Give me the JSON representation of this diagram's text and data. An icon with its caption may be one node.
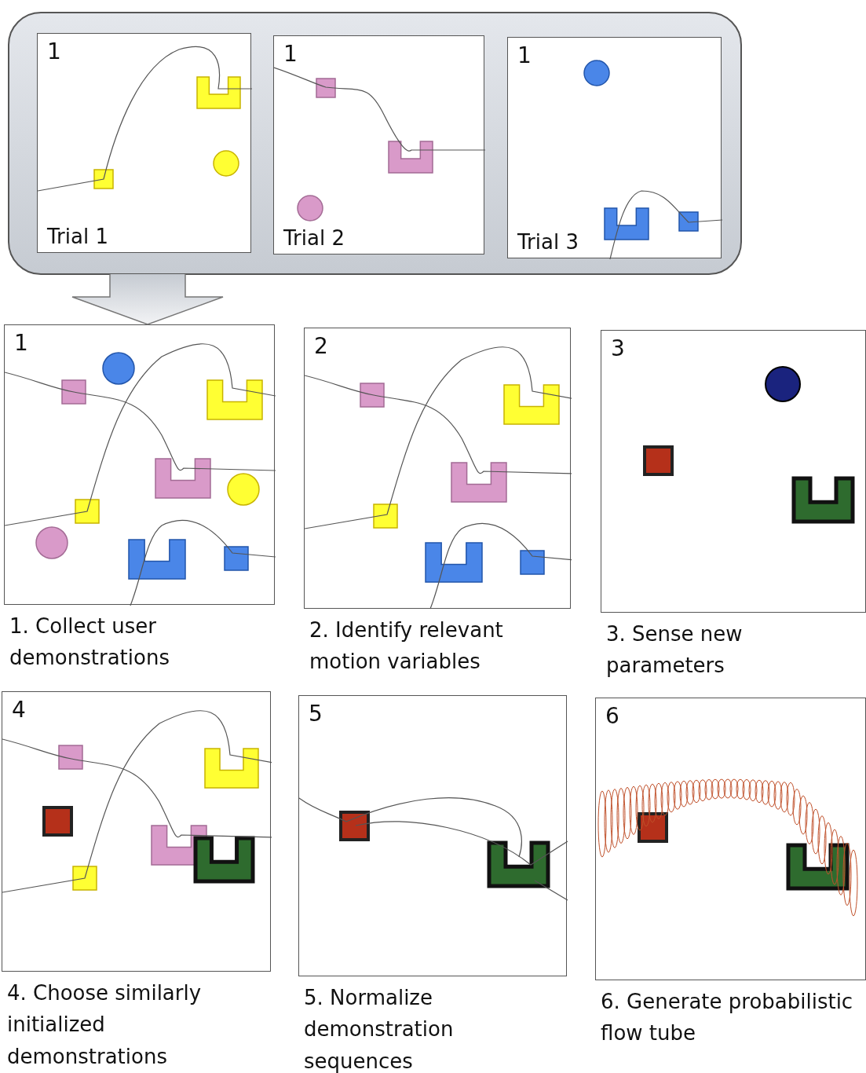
{
  "diagram": {
    "nodes": [
      {
        "text": [],
        "shape": "box"
      },
      {
        "text": [
          "1",
          "Trial 1"
        ],
        "in": 0
      },
      {
        "text": [
          "1",
          "Trial 2"
        ],
        "in": 0
      },
      {
        "text": [
          "1",
          "Trial 3"
        ],
        "in": 0
      },
      {
        "text": [
          "1"
        ],
        "beside": [
          "1. Collect user demonstrations"
        ]
      },
      {
        "text": [
          "2"
        ],
        "beside": [
          "2. Identify relevant motion variables"
        ]
      },
      {
        "text": [
          "3"
        ],
        "beside": [
          "3. Sense new parameters"
        ]
      },
      {
        "text": [
          "4"
        ],
        "beside": [
          "4. Choose similarly initialized demonstrations"
        ]
      },
      {
        "text": [
          "5"
        ],
        "beside": [
          "5. Normalize demonstration sequences"
        ]
      },
      {
        "text": [
          "6"
        ],
        "beside": [
          "6. Generate probabilistic flow tube"
        ]
      }
    ],
    "edges": [
      {
        "from": 0,
        "to": 4,
        "arrow": "to"
      }
    ]
  }
}
